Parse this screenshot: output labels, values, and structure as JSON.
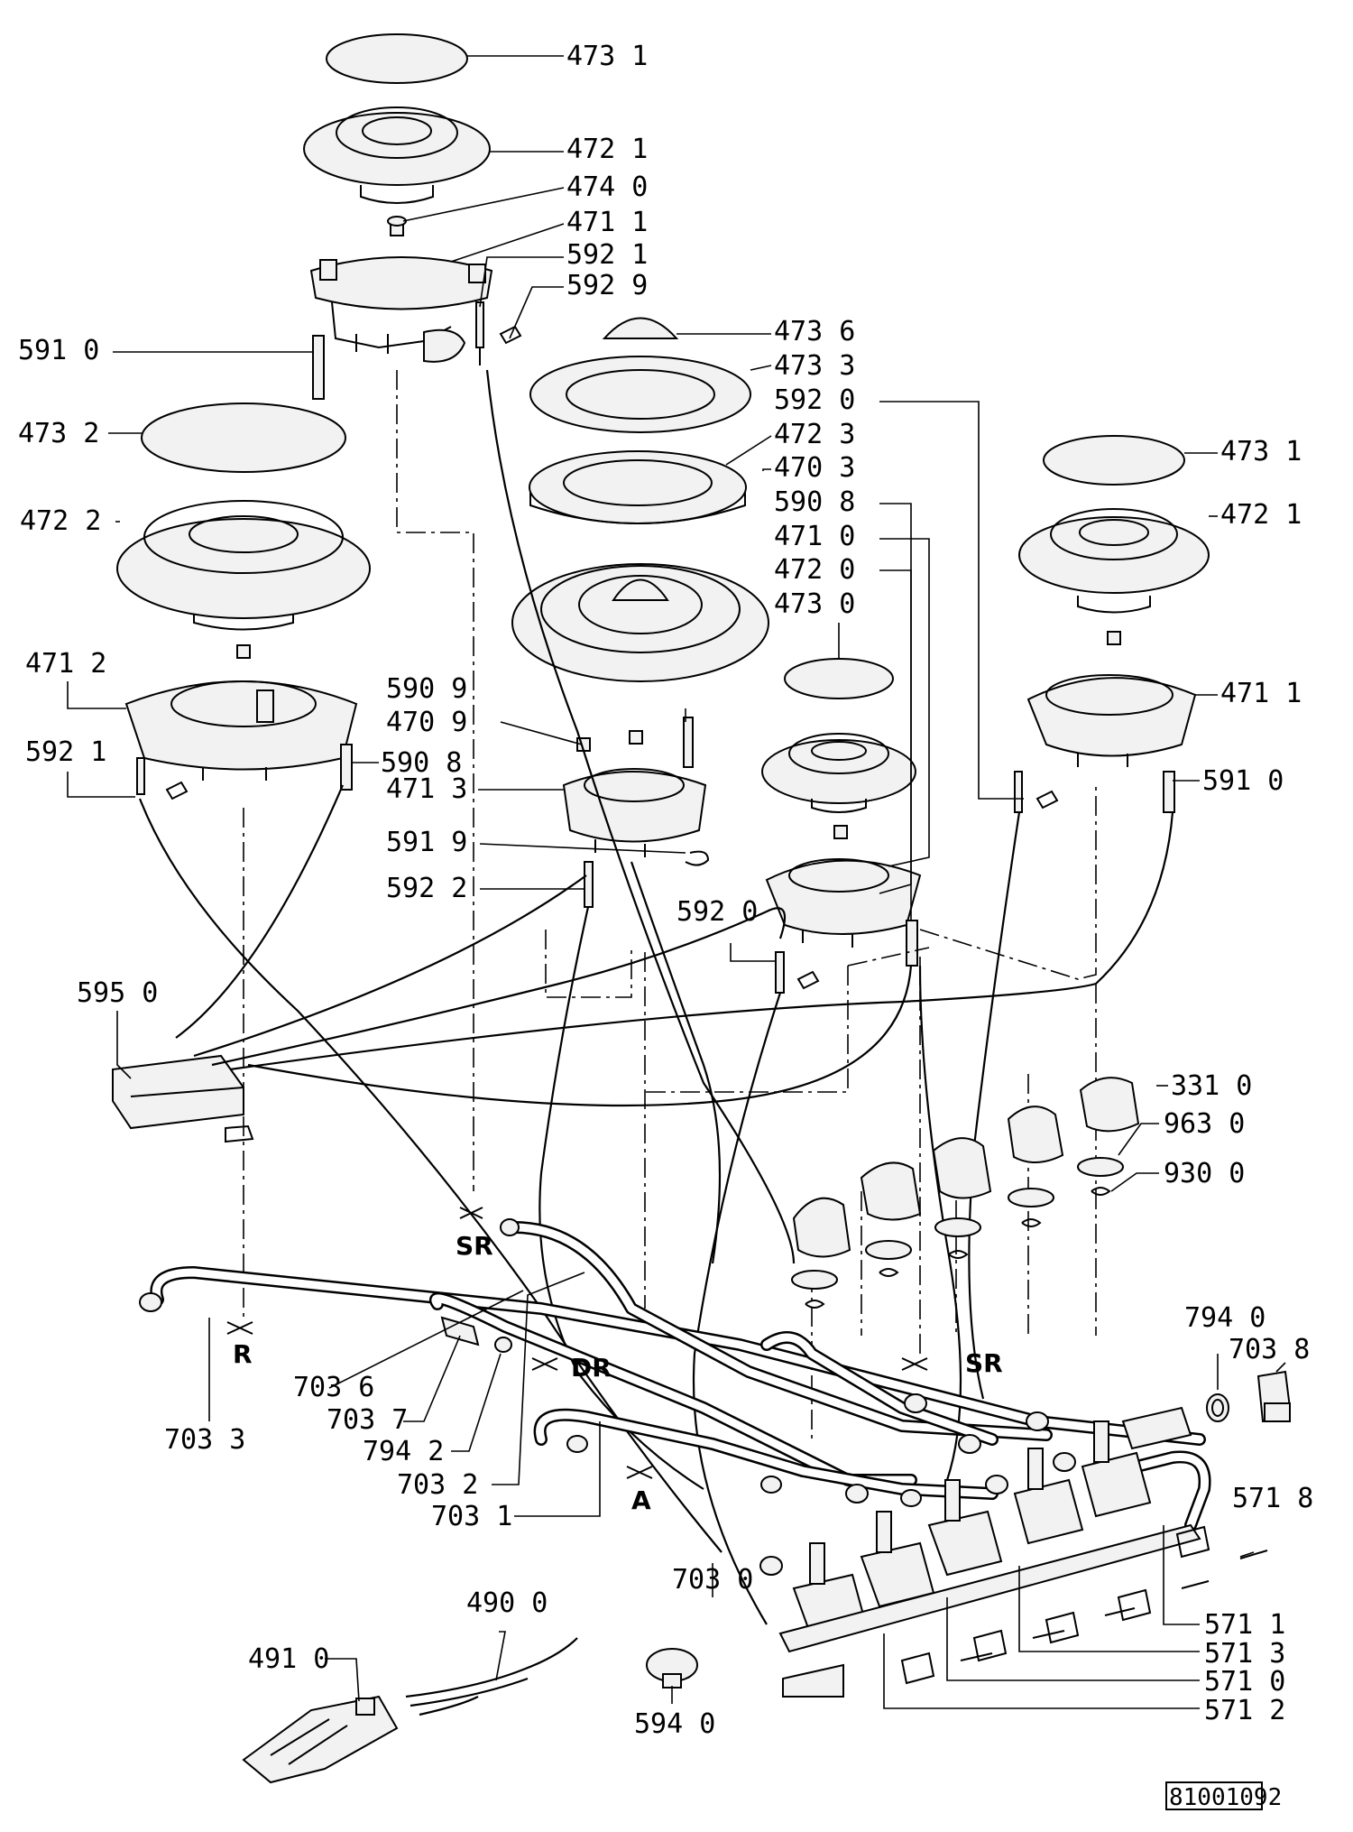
{
  "diagram_id": "81001092",
  "labels": [
    {
      "id": "l01",
      "text": "473 1"
    },
    {
      "id": "l02",
      "text": "472 1"
    },
    {
      "id": "l03",
      "text": "474 0"
    },
    {
      "id": "l04",
      "text": "471 1"
    },
    {
      "id": "l05",
      "text": "592 1"
    },
    {
      "id": "l06",
      "text": "592 9"
    },
    {
      "id": "l07",
      "text": "473 6"
    },
    {
      "id": "l08",
      "text": "473 3"
    },
    {
      "id": "l09",
      "text": "592 0"
    },
    {
      "id": "l10",
      "text": "472 3"
    },
    {
      "id": "l11",
      "text": "470 3"
    },
    {
      "id": "l12",
      "text": "590 8"
    },
    {
      "id": "l13",
      "text": "471 0"
    },
    {
      "id": "l14",
      "text": "472 0"
    },
    {
      "id": "l15",
      "text": "473 0"
    },
    {
      "id": "l16",
      "text": "473 1"
    },
    {
      "id": "l17",
      "text": "472 1"
    },
    {
      "id": "l18",
      "text": "471 1"
    },
    {
      "id": "l19",
      "text": "591 0"
    },
    {
      "id": "l20",
      "text": "591 0"
    },
    {
      "id": "l21",
      "text": "473 2"
    },
    {
      "id": "l22",
      "text": "472 2"
    },
    {
      "id": "l23",
      "text": "471 2"
    },
    {
      "id": "l24",
      "text": "592 1"
    },
    {
      "id": "l25",
      "text": "590 9"
    },
    {
      "id": "l26",
      "text": "470 9"
    },
    {
      "id": "l27",
      "text": "590 8"
    },
    {
      "id": "l28",
      "text": "471 3"
    },
    {
      "id": "l29",
      "text": "591 9"
    },
    {
      "id": "l30",
      "text": "592 2"
    },
    {
      "id": "l31",
      "text": "592 0"
    },
    {
      "id": "l32",
      "text": "595 0"
    },
    {
      "id": "l33",
      "text": "331 0"
    },
    {
      "id": "l34",
      "text": "963 0"
    },
    {
      "id": "l35",
      "text": "930 0"
    },
    {
      "id": "l36",
      "text": "794 0"
    },
    {
      "id": "l37",
      "text": "703 8"
    },
    {
      "id": "l38",
      "text": "703 6"
    },
    {
      "id": "l39",
      "text": "703 7"
    },
    {
      "id": "l40",
      "text": "794 2"
    },
    {
      "id": "l41",
      "text": "703 2"
    },
    {
      "id": "l42",
      "text": "703 1"
    },
    {
      "id": "l43",
      "text": "703 3"
    },
    {
      "id": "l44",
      "text": "703 0"
    },
    {
      "id": "l45",
      "text": "571 8"
    },
    {
      "id": "l46",
      "text": "571 1"
    },
    {
      "id": "l47",
      "text": "571 3"
    },
    {
      "id": "l48",
      "text": "571 0"
    },
    {
      "id": "l49",
      "text": "571 2"
    },
    {
      "id": "l50",
      "text": "490 0"
    },
    {
      "id": "l51",
      "text": "491 0"
    },
    {
      "id": "l52",
      "text": "594 0"
    }
  ],
  "markers": [
    {
      "id": "m1",
      "text": "SR"
    },
    {
      "id": "m2",
      "text": "R"
    },
    {
      "id": "m3",
      "text": "DR"
    },
    {
      "id": "m4",
      "text": "SR"
    },
    {
      "id": "m5",
      "text": "A"
    }
  ]
}
